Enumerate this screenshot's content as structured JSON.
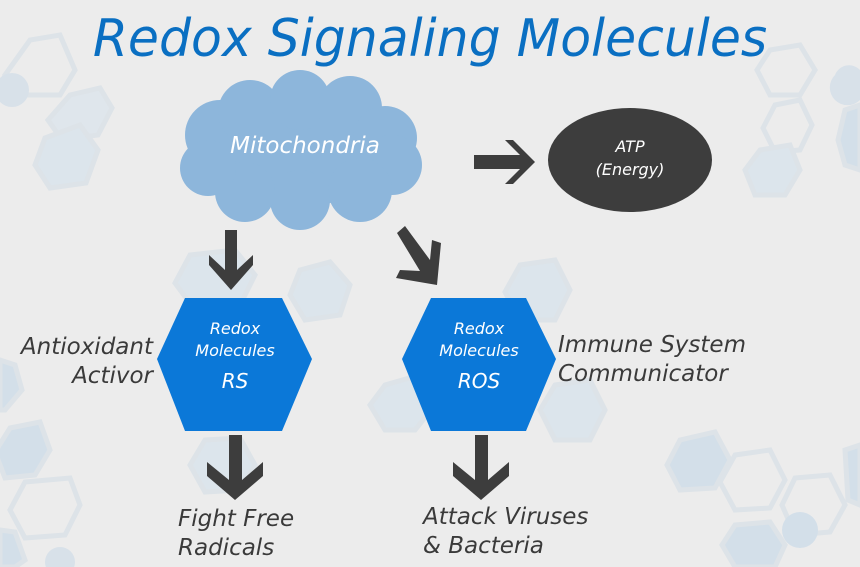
{
  "title": "Redox Signaling Molecules",
  "colors": {
    "background": "#ececec",
    "title": "#0a6fc2",
    "cloud": "#8db6db",
    "atp_ellipse": "#3d3d3d",
    "hexagon": "#0b78d8",
    "arrow": "#3d3d3d",
    "bg_hex_fill": "#d3dfe9",
    "bg_hex_stroke": "#dde3e8",
    "label_text": "#3a3a3a"
  },
  "nodes": {
    "mitochondria": {
      "label": "Mitochondria",
      "shape": "cloud"
    },
    "atp": {
      "line1": "ATP",
      "line2": "(Energy)",
      "shape": "ellipse"
    },
    "rs": {
      "line1": "Redox",
      "line2": "Molecules",
      "line3": "RS",
      "shape": "hexagon"
    },
    "ros": {
      "line1": "Redox",
      "line2": "Molecules",
      "line3": "ROS",
      "shape": "hexagon"
    }
  },
  "side_labels": {
    "rs_left": {
      "line1": "Antioxidant",
      "line2": "Activor"
    },
    "ros_right": {
      "line1": "Immune System",
      "line2": "Communicator"
    }
  },
  "outcomes": {
    "rs": {
      "line1": "Fight Free",
      "line2": "Radicals"
    },
    "ros": {
      "line1": "Attack Viruses",
      "line2": "& Bacteria"
    }
  },
  "edges": [
    {
      "from": "mitochondria",
      "to": "atp",
      "icon": "arrow-right-icon"
    },
    {
      "from": "mitochondria",
      "to": "rs",
      "icon": "arrow-down-icon"
    },
    {
      "from": "mitochondria",
      "to": "ros",
      "icon": "arrow-down-right-icon"
    },
    {
      "from": "rs",
      "to": "rs_outcome",
      "icon": "arrow-down-icon"
    },
    {
      "from": "ros",
      "to": "ros_outcome",
      "icon": "arrow-down-icon"
    }
  ]
}
